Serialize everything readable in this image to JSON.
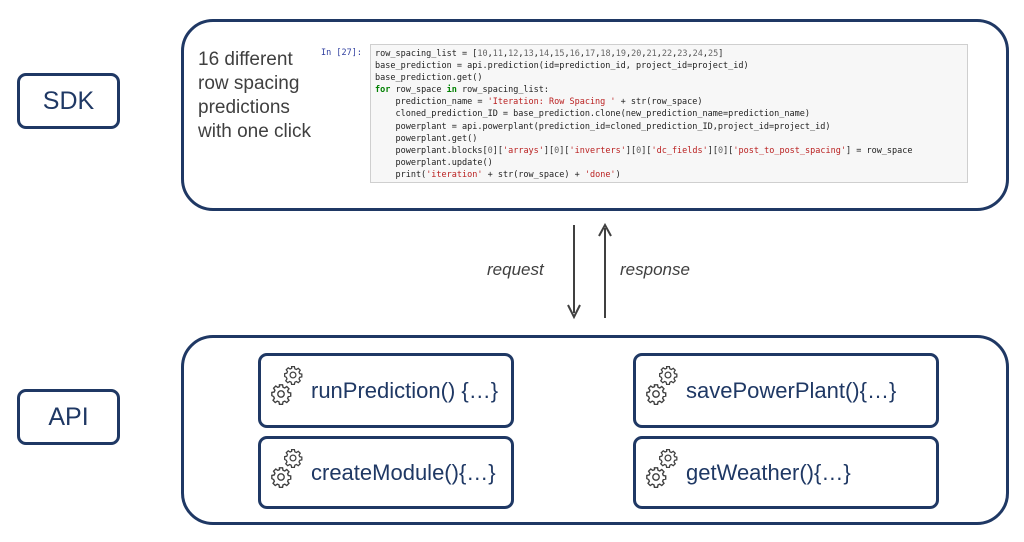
{
  "sdk": {
    "label": "SDK",
    "caption": "16 different row spacing predictions with one click",
    "prompt": "In [27]:",
    "code_lines": [
      "row_spacing_list = [10,11,12,13,14,15,16,17,18,19,20,21,22,23,24,25]",
      "base_prediction = api.prediction(id=prediction_id, project_id=project_id)",
      "base_prediction.get()",
      "for row_space in row_spacing_list:",
      "    prediction_name = 'Iteration: Row Spacing ' + str(row_space)",
      "    cloned_prediction_ID = base_prediction.clone(new_prediction_name=prediction_name)",
      "    powerplant = api.powerplant(prediction_id=cloned_prediction_ID,project_id=project_id)",
      "    powerplant.get()",
      "    powerplant.blocks[0]['arrays'][0]['inverters'][0]['dc_fields'][0]['post_to_post_spacing'] = row_space",
      "    powerplant.update()",
      "    print('iteration' + str(row_space) + 'done')"
    ]
  },
  "flow": {
    "request_label": "request",
    "response_label": "response"
  },
  "api": {
    "label": "API",
    "functions": [
      {
        "id": "run-prediction",
        "label": "runPrediction() {…}"
      },
      {
        "id": "save-power-plant",
        "label": "savePowerPlant(){…}"
      },
      {
        "id": "create-module",
        "label": "createModule(){…}"
      },
      {
        "id": "get-weather",
        "label": "getWeather(){…}"
      }
    ]
  },
  "colors": {
    "border": "#1f3864",
    "text_dark": "#404040",
    "code_bg": "#f7f7f7"
  }
}
